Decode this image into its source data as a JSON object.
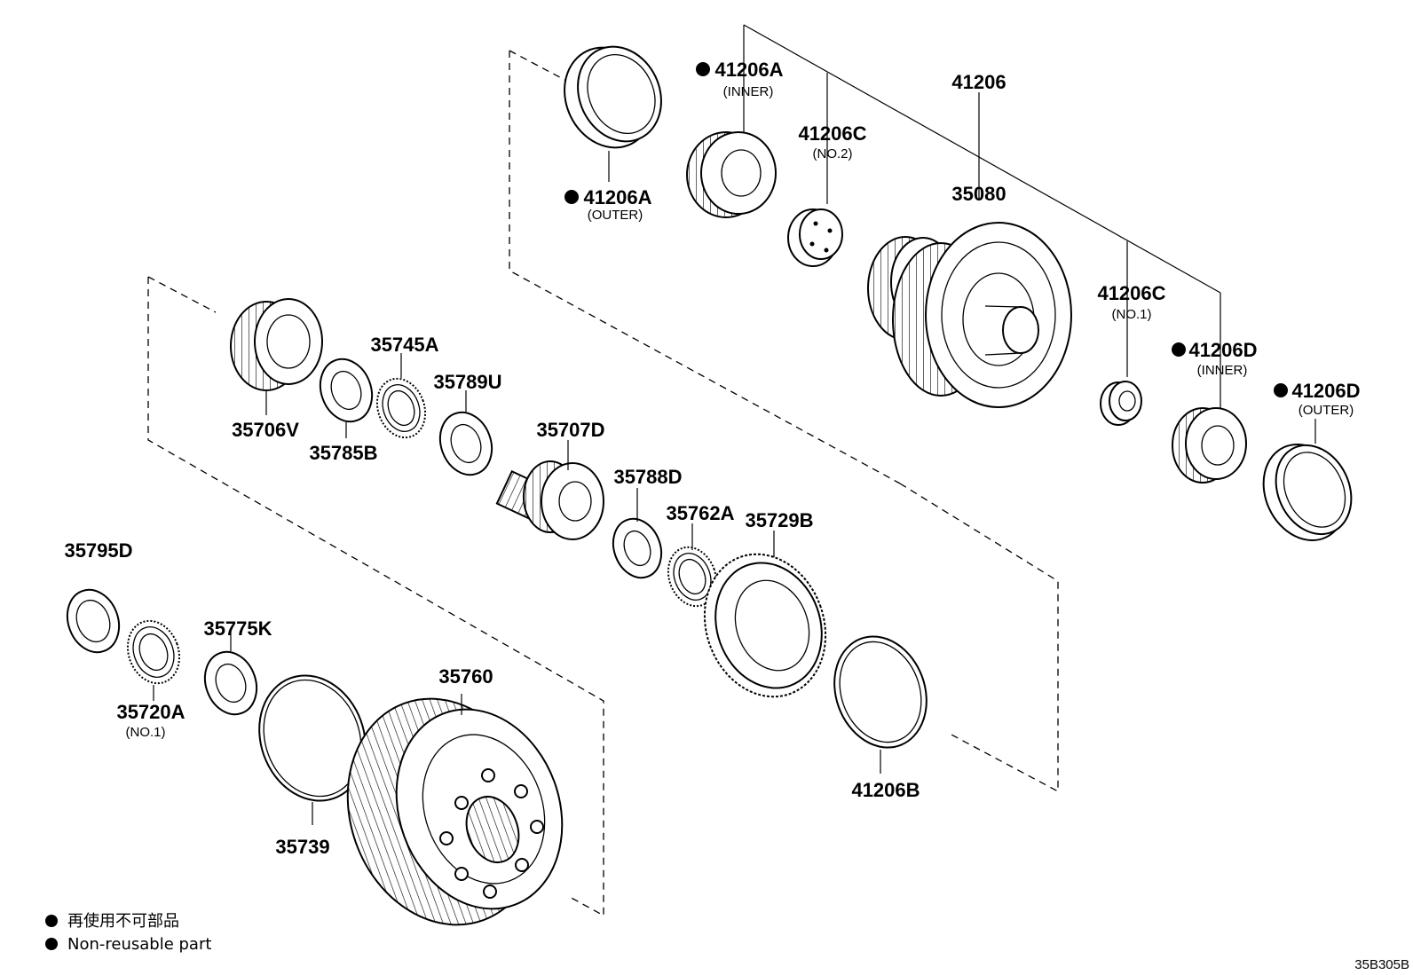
{
  "labels": {
    "p41206": "41206",
    "p41206A_outer": "41206A",
    "p41206A_outer_sub": "(OUTER)",
    "p41206A_inner": "41206A",
    "p41206A_inner_sub": "(INNER)",
    "p41206C_no2": "41206C",
    "p41206C_no2_sub": "(NO.2)",
    "p35080": "35080",
    "p41206C_no1": "41206C",
    "p41206C_no1_sub": "(NO.1)",
    "p41206D_inner": "41206D",
    "p41206D_inner_sub": "(INNER)",
    "p41206D_outer": "41206D",
    "p41206D_outer_sub": "(OUTER)",
    "p35745A": "35745A",
    "p35789U": "35789U",
    "p35706V": "35706V",
    "p35785B": "35785B",
    "p35707D": "35707D",
    "p35788D": "35788D",
    "p35762A": "35762A",
    "p35729B": "35729B",
    "p35795D": "35795D",
    "p35775K": "35775K",
    "p35720A": "35720A",
    "p35720A_sub": "(NO.1)",
    "p35760": "35760",
    "p41206B": "41206B",
    "p35739": "35739"
  },
  "legend": {
    "jp": "再使用不可部品",
    "en": "Non-reusable part"
  },
  "diagram_code": "35B305B"
}
